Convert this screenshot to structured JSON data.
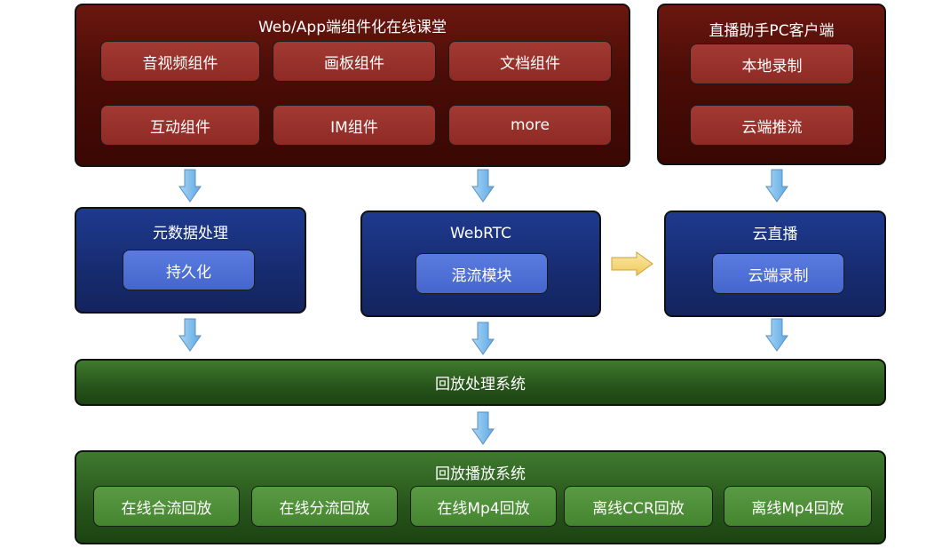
{
  "top_left": {
    "title": "Web/App端组件化在线课堂",
    "components": [
      "音视频组件",
      "画板组件",
      "文档组件",
      "互动组件",
      "IM组件",
      "more"
    ]
  },
  "top_right": {
    "title": "直播助手PC客户端",
    "items": [
      "本地录制",
      "云端推流"
    ]
  },
  "metadata": {
    "title": "元数据处理",
    "item": "持久化"
  },
  "webrtc": {
    "title": "WebRTC",
    "item": "混流模块"
  },
  "live": {
    "title": "云直播",
    "item": "云端录制"
  },
  "playback_processing": {
    "title": "回放处理系统"
  },
  "playback_system": {
    "title": "回放播放系统",
    "items": [
      "在线合流回放",
      "在线分流回放",
      "在线Mp4回放",
      "离线CCR回放",
      "离线Mp4回放"
    ]
  },
  "colors": {
    "arrow_blue": "#7cbcec",
    "arrow_yellow": "#f6da7a"
  }
}
